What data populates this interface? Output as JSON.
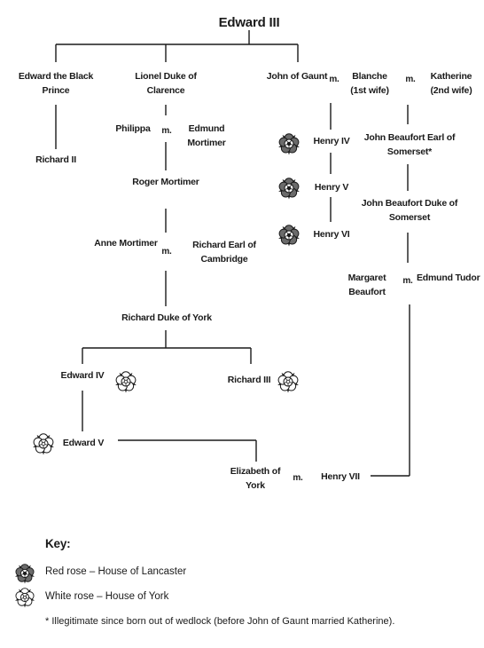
{
  "title": "Edward III",
  "people": {
    "black_prince": "Edward the Black\nPrince",
    "lionel": "Lionel Duke of\nClarence",
    "gaunt": "John of Gaunt",
    "blanche": "Blanche\n(1st wife)",
    "katherine": "Katherine\n(2nd wife)",
    "richard2": "Richard II",
    "philippa": "Philippa",
    "edmund_mortimer": "Edmund\nMortimer",
    "roger_mortimer": "Roger Mortimer",
    "anne_mortimer": "Anne Mortimer",
    "richard_cambridge": "Richard Earl of\nCambridge",
    "richard_york": "Richard Duke of York",
    "edward4": "Edward IV",
    "richard3": "Richard III",
    "edward5": "Edward V",
    "elizabeth": "Elizabeth of\nYork",
    "henry7": "Henry VII",
    "henry4": "Henry IV",
    "henry5": "Henry V",
    "henry6": "Henry VI",
    "jb_earl": "John Beaufort Earl of\nSomerset*",
    "jb_duke": "John Beaufort Duke of\nSomerset",
    "margaret": "Margaret\nBeaufort",
    "edmund_tudor": "Edmund Tudor"
  },
  "marriage_label": "m.",
  "key": {
    "heading": "Key:",
    "red_rose": "Red rose – House of Lancaster",
    "white_rose": "White rose – House of York",
    "footnote": "* Illegitimate since born out of wedlock (before John of Gaunt married Katherine)."
  },
  "colors": {
    "ink": "#1a1a1a",
    "red_rose_fill": "#6b6b6b",
    "white_rose_fill": "#ffffff"
  },
  "icons": {
    "red_rose": "lancaster-rose-icon",
    "white_rose": "york-rose-icon"
  }
}
